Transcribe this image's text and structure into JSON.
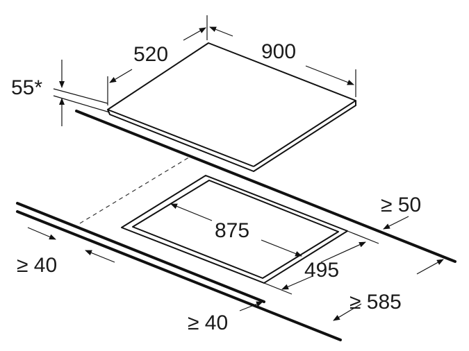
{
  "dimensions": {
    "depth": "520",
    "width": "900",
    "height": "55*",
    "cutout_width": "875",
    "cutout_depth": "495",
    "min_back": "≥ 50",
    "min_side_left": "≥ 40",
    "min_front": "≥ 40",
    "min_worktop_depth": "≥ 585"
  },
  "colors": {
    "line": "#111111",
    "background": "#ffffff"
  }
}
